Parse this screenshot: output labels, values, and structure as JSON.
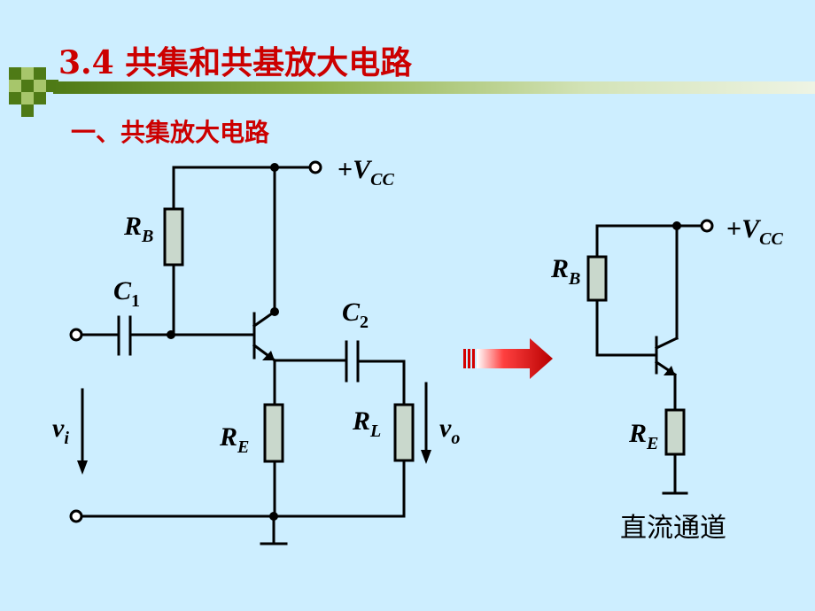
{
  "title": "3.4 共集和共基放大电路",
  "subtitle": "一、共集放大电路",
  "main_circuit": {
    "vcc_prefix": "+",
    "vcc_symbol": "V",
    "vcc_sub": "CC",
    "rb": "R",
    "rb_sub": "B",
    "c1": "C",
    "c1_sub": "1",
    "c2": "C",
    "c2_sub": "2",
    "re": "R",
    "re_sub": "E",
    "rl": "R",
    "rl_sub": "L",
    "vi": "v",
    "vi_sub": "i",
    "vo": "v",
    "vo_sub": "o"
  },
  "dc_path": {
    "vcc_prefix": "+",
    "vcc_symbol": "V",
    "vcc_sub": "CC",
    "rb": "R",
    "rb_sub": "B",
    "re": "R",
    "re_sub": "E",
    "caption": "直流通道"
  },
  "colors": {
    "background": "#cdeeff",
    "title": "#cc0000",
    "resistor_fill": "#c9d8cc",
    "arrow": "#d40000",
    "wire": "#000000"
  }
}
